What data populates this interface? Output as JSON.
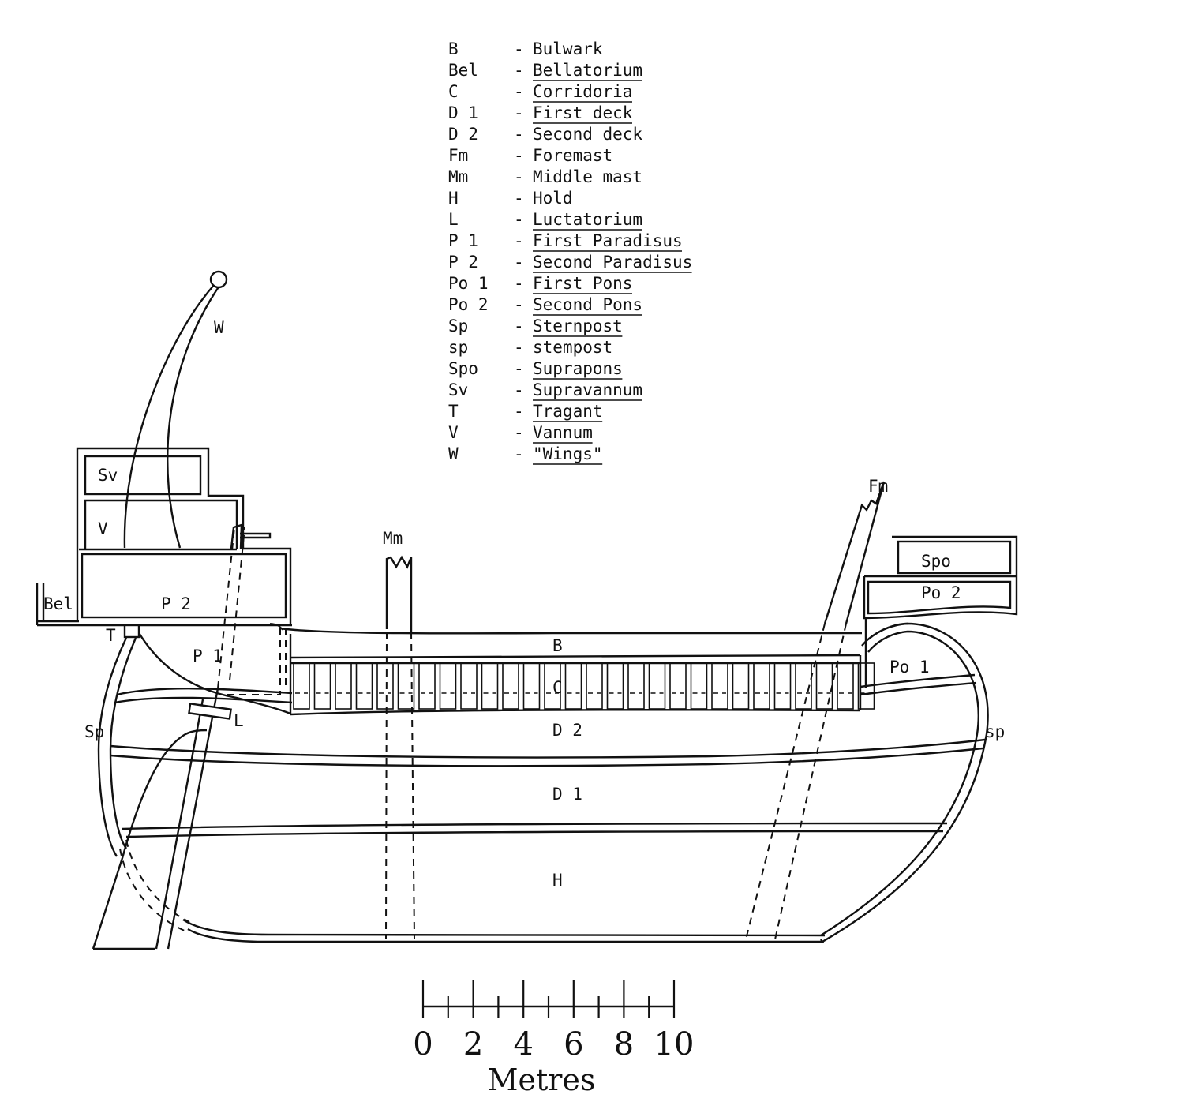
{
  "legend": [
    {
      "code": "B",
      "term": "Bulwark"
    },
    {
      "code": "Bel",
      "term": "Bellatorium"
    },
    {
      "code": "C",
      "term": "Corridoria"
    },
    {
      "code": "D 1",
      "term": "First deck"
    },
    {
      "code": "D 2",
      "term": "Second deck"
    },
    {
      "code": "Fm",
      "term": "Foremast"
    },
    {
      "code": "Mm",
      "term": "Middle mast"
    },
    {
      "code": "H",
      "term": "Hold"
    },
    {
      "code": "L",
      "term": "Luctatorium"
    },
    {
      "code": "P 1",
      "term": "First Paradisus"
    },
    {
      "code": "P 2",
      "term": "Second Paradisus"
    },
    {
      "code": "Po 1",
      "term": "First Pons"
    },
    {
      "code": "Po 2",
      "term": "Second Pons"
    },
    {
      "code": "Sp",
      "term": "Sternpost"
    },
    {
      "code": "sp",
      "term": "stempost"
    },
    {
      "code": "Spo",
      "term": "Suprapons"
    },
    {
      "code": "Sv",
      "term": "Supravannum"
    },
    {
      "code": "T",
      "term": "Tragant"
    },
    {
      "code": "V",
      "term": "Vannum"
    },
    {
      "code": "W",
      "term": "\"Wings\""
    }
  ],
  "labels": {
    "w": "W",
    "sv": "Sv",
    "v": "V",
    "bel": "Bel",
    "p2": "P 2",
    "t": "T",
    "p1": "P 1",
    "sp_stern": "Sp",
    "l": "L",
    "mm": "Mm",
    "fm": "Fm",
    "spo": "Spo",
    "po2": "Po 2",
    "po1": "Po 1",
    "b": "B",
    "c": "C",
    "d2": "D 2",
    "d1": "D 1",
    "h": "H",
    "sp_stem": "sp"
  },
  "scale": {
    "ticks": [
      "0",
      "2",
      "4",
      "6",
      "8",
      "10"
    ],
    "unit": "Metres"
  }
}
